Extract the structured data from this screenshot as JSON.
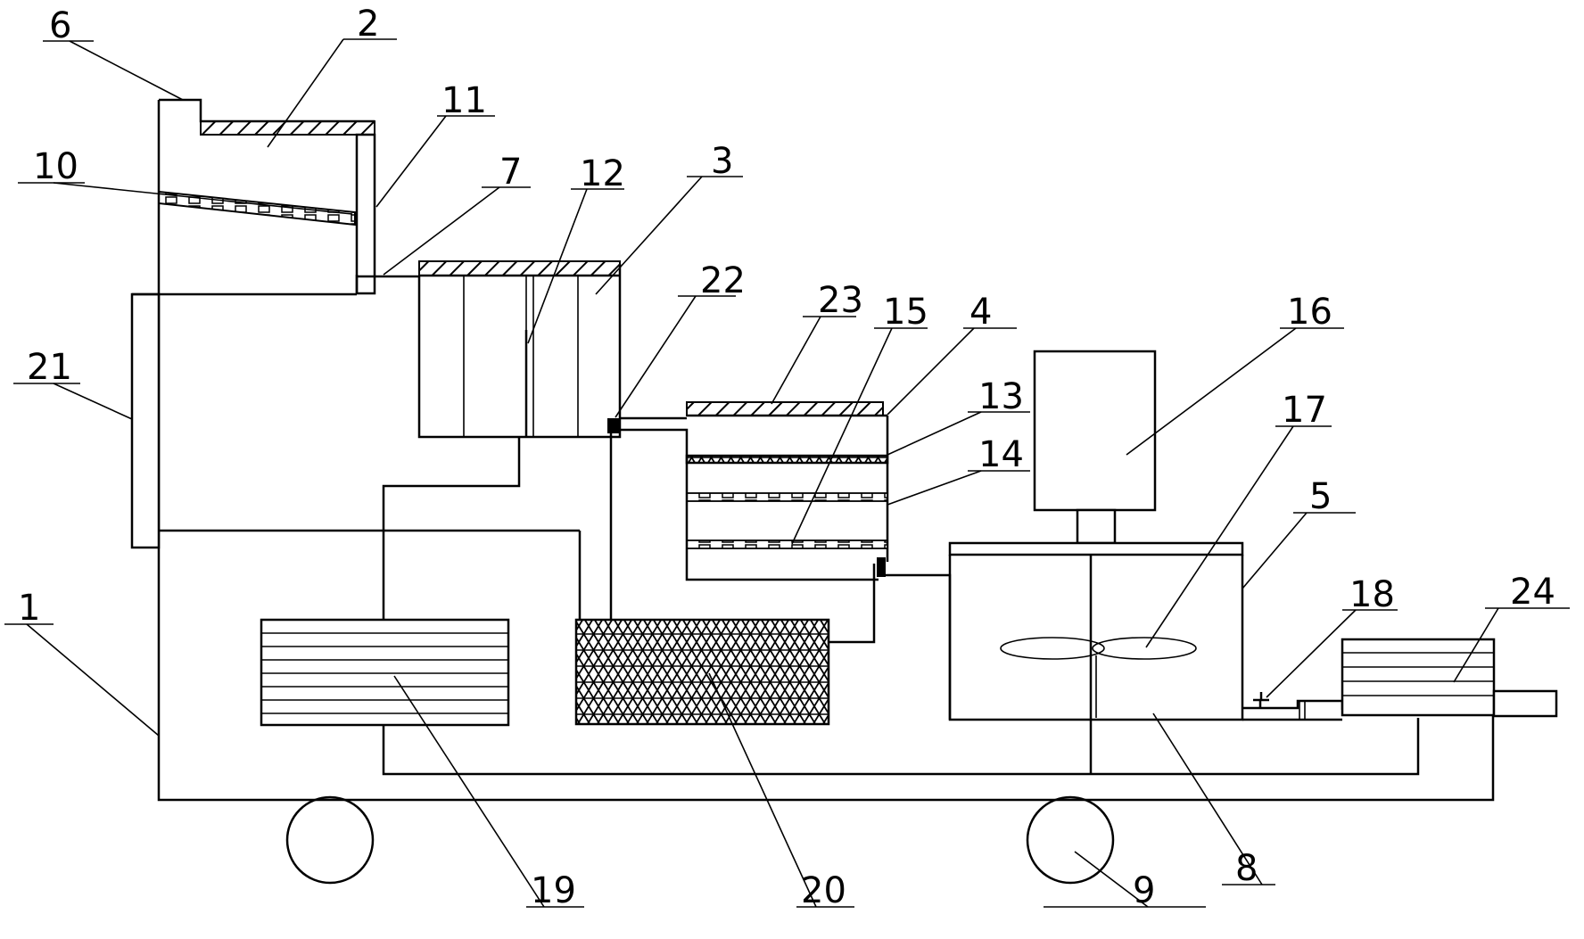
{
  "labels": [
    "1",
    "2",
    "3",
    "4",
    "5",
    "6",
    "7",
    "8",
    "9",
    "10",
    "11",
    "12",
    "13",
    "14",
    "15",
    "16",
    "17",
    "18",
    "19",
    "20",
    "21",
    "22",
    "23",
    "24"
  ],
  "colors": {
    "ink": "#000000",
    "paper": "#ffffff"
  }
}
